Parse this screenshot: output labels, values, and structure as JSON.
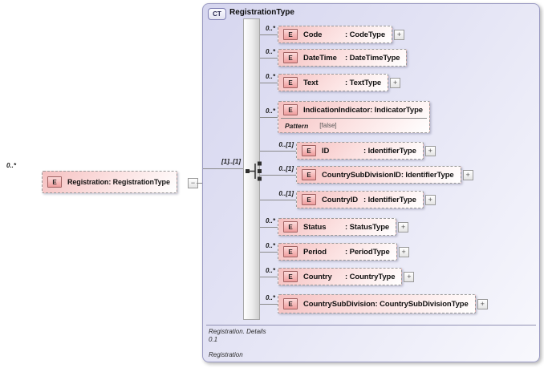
{
  "source_element": {
    "multiplicity": "0..*",
    "badge": "E",
    "name": "Registration",
    "type": "RegistrationType",
    "collapse_glyph": "−"
  },
  "complex_type": {
    "badge": "CT",
    "title": "RegistrationType",
    "compositor_multiplicity": "[1]..[1]",
    "children": [
      {
        "badge": "E",
        "name": "Code",
        "type": "CodeType",
        "multiplicity": "0..*",
        "expander": "+"
      },
      {
        "badge": "E",
        "name": "DateTime",
        "type": "DateTimeType",
        "multiplicity": "0..*"
      },
      {
        "badge": "E",
        "name": "Text",
        "type": "TextType",
        "multiplicity": "0..*",
        "expander": "+"
      },
      {
        "badge": "E",
        "name": "IndicationIndicator",
        "type": "IndicatorType",
        "multiplicity": "0..*",
        "facet_label": "Pattern",
        "facet_value": "[false]"
      },
      {
        "badge": "E",
        "name": "ID",
        "type": "IdentifierType",
        "multiplicity": "0..[1]",
        "expander": "+"
      },
      {
        "badge": "E",
        "name": "CountrySubDivisionID",
        "type": "IdentifierType",
        "multiplicity": "0..[1]",
        "expander": "+"
      },
      {
        "badge": "E",
        "name": "CountryID",
        "type": "IdentifierType",
        "multiplicity": "0..[1]",
        "expander": "+"
      },
      {
        "badge": "E",
        "name": "Status",
        "type": "StatusType",
        "multiplicity": "0..*",
        "expander": "+"
      },
      {
        "badge": "E",
        "name": "Period",
        "type": "PeriodType",
        "multiplicity": "0..*",
        "expander": "+"
      },
      {
        "badge": "E",
        "name": "Country",
        "type": "CountryType",
        "multiplicity": "0..*",
        "expander": "+"
      },
      {
        "badge": "E",
        "name": "CountrySubDivision",
        "type": "CountrySubDivisionType",
        "multiplicity": "0..*",
        "expander": "+"
      }
    ],
    "footer": {
      "line1": "Registration. Details",
      "line2": "0.1",
      "line3": "Registration"
    }
  },
  "colors": {
    "element_fill": "#f5c0c0",
    "element_badge_border": "#a06262",
    "panel_fill": "#d6d6ef",
    "panel_border": "#9a9ac2",
    "connector": "#8a8a8a"
  }
}
